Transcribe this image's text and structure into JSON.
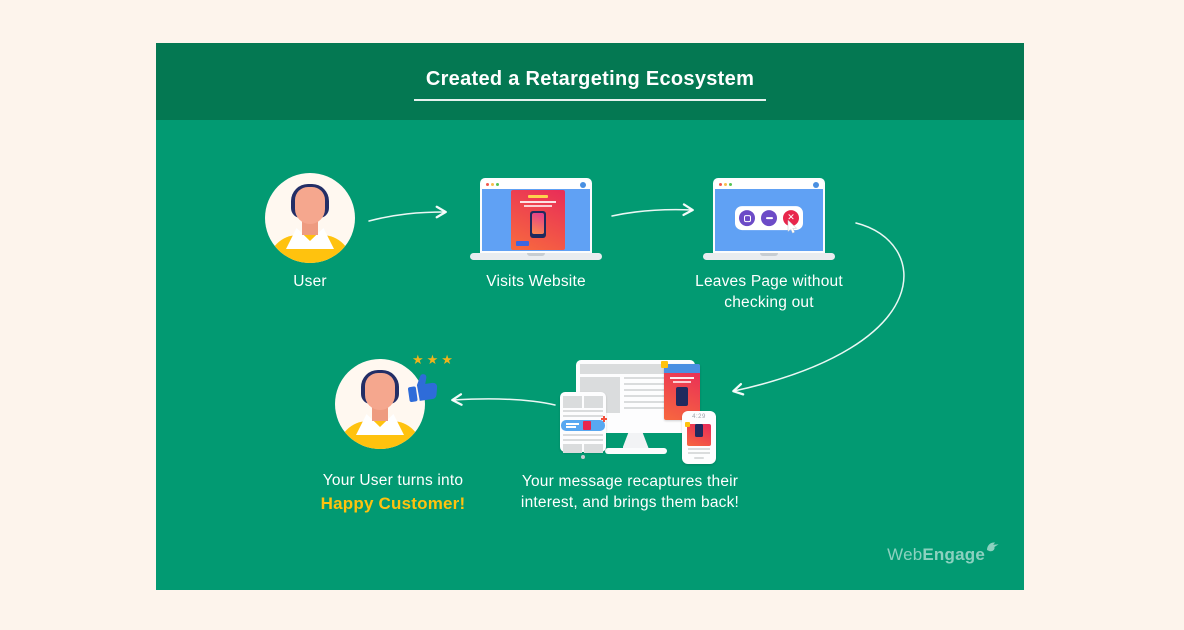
{
  "header": {
    "title": "Created a Retargeting Ecosystem"
  },
  "steps": {
    "user": {
      "label": "User"
    },
    "visits_website": {
      "label": "Visits Website"
    },
    "leaves_page": {
      "label": "Leaves Page without checking out"
    },
    "recapture": {
      "label": "Your message recaptures their interest, and brings them back!"
    },
    "happy_customer": {
      "line1": "Your User turns into",
      "line2": "Happy Customer!"
    }
  },
  "decorations": {
    "stars": "★★★",
    "phone_time": "4:29"
  },
  "logo": {
    "part1": "Web",
    "part2": "Engage"
  },
  "colors": {
    "background_cream": "#FDF4EC",
    "header_green": "#047852",
    "body_green": "#029A72",
    "accent_yellow": "#FFC20E",
    "happy_text_yellow": "#FFC20E",
    "browser_blue": "#60A1F4",
    "ad_red": "#E92F57",
    "ad_orange": "#F7683F",
    "close_red": "#E8264C",
    "window_purple": "#6C4BC7",
    "thumb_blue": "#2E6CD9",
    "star_gold": "#F0B41C"
  }
}
